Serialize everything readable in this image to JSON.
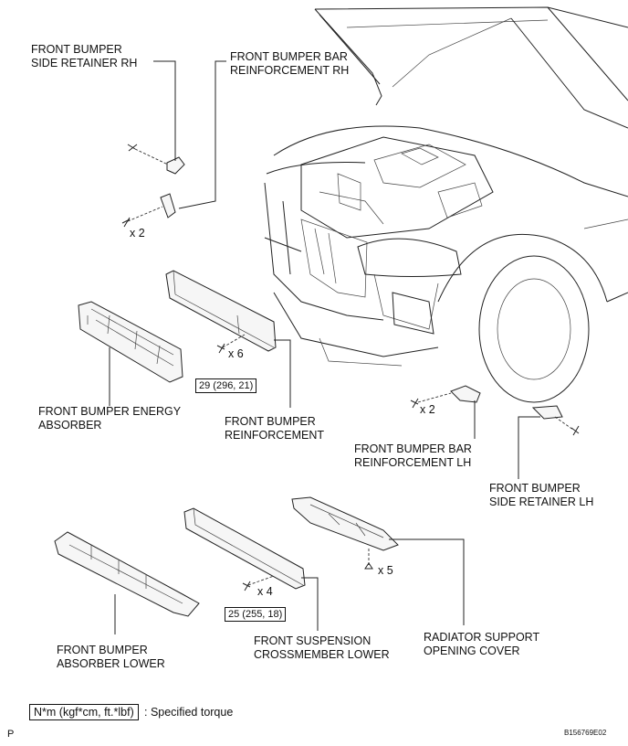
{
  "labels": {
    "side_retainer_rh": "FRONT BUMPER\nSIDE RETAINER RH",
    "bar_reinf_rh": "FRONT BUMPER BAR\nREINFORCEMENT RH",
    "energy_absorber": "FRONT BUMPER ENERGY\nABSORBER",
    "reinforcement": "FRONT BUMPER\nREINFORCEMENT",
    "bar_reinf_lh": "FRONT BUMPER BAR\nREINFORCEMENT LH",
    "side_retainer_lh": "FRONT BUMPER\nSIDE RETAINER LH",
    "absorber_lower": "FRONT BUMPER\nABSORBER LOWER",
    "crossmember_lower": "FRONT SUSPENSION\nCROSSMEMBER LOWER",
    "radiator_cover": "RADIATOR SUPPORT\nOPENING COVER"
  },
  "quantities": {
    "bar_reinf_rh_bolts": "x 2",
    "reinforcement_bolts": "x 6",
    "bar_reinf_lh_bolts": "x 2",
    "crossmember_bolts": "x 4",
    "cover_clips": "x 5"
  },
  "torques": {
    "reinforcement": "29 (296, 21)",
    "crossmember": "25 (255, 18)"
  },
  "legend": {
    "box": "N*m (kgf*cm, ft.*lbf)",
    "text": ": Specified torque"
  },
  "corner": {
    "left": "P",
    "code": "B156769E02"
  }
}
